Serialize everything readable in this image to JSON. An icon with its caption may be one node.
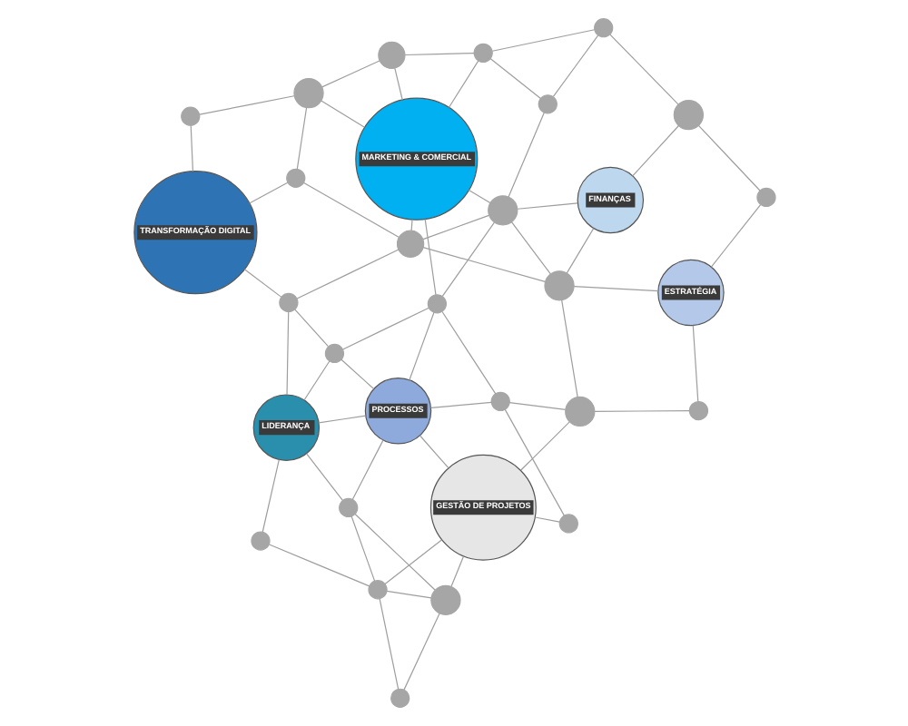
{
  "diagram": {
    "nodes": [
      {
        "text": [
          "GESTÃO DE PROJETOS"
        ]
      },
      {
        "text": [
          "LIDERANÇA"
        ]
      },
      {
        "text": [
          "PROCESSOS"
        ]
      },
      {
        "text": [
          "ESTRATÉGIA"
        ]
      },
      {
        "text": [
          "TRANSFORMAÇÃO DIGITAL"
        ]
      },
      {
        "text": [
          "FINANÇAS"
        ]
      },
      {
        "text": [
          "MARKETING & COMERCIAL"
        ]
      },
      {
        "text": [],
        "shape": "circle"
      },
      {
        "text": [],
        "shape": "circle"
      },
      {
        "text": [],
        "shape": "circle"
      },
      {
        "text": [],
        "shape": "circle"
      },
      {
        "text": [],
        "shape": "circle"
      },
      {
        "text": [],
        "shape": "circle"
      },
      {
        "text": [],
        "shape": "circle"
      },
      {
        "text": [],
        "shape": "circle"
      },
      {
        "text": [],
        "shape": "circle"
      },
      {
        "text": [],
        "shape": "circle"
      },
      {
        "text": [],
        "shape": "circle"
      },
      {
        "text": [],
        "shape": "circle"
      },
      {
        "text": [],
        "shape": "circle"
      },
      {
        "text": [],
        "shape": "circle"
      },
      {
        "text": [],
        "shape": "circle"
      },
      {
        "text": [],
        "shape": "circle"
      },
      {
        "text": [],
        "shape": "circle"
      },
      {
        "text": [],
        "shape": "circle"
      },
      {
        "text": [],
        "shape": "circle"
      },
      {
        "text": [],
        "shape": "circle"
      },
      {
        "text": [],
        "shape": "circle"
      },
      {
        "text": [],
        "shape": "circle"
      },
      {
        "text": [],
        "shape": "circle"
      },
      {
        "text": [],
        "shape": "circle"
      }
    ],
    "edges": [
      {
        "from": 0,
        "to": 8,
        "arrow": "none"
      },
      {
        "from": 0,
        "to": 9,
        "arrow": "none"
      },
      {
        "from": 0,
        "to": 12,
        "arrow": "none"
      },
      {
        "from": 0,
        "to": 14,
        "arrow": "none"
      },
      {
        "from": 0,
        "to": 2,
        "arrow": "none"
      },
      {
        "from": 8,
        "to": 7,
        "arrow": "none"
      },
      {
        "from": 8,
        "to": 9,
        "arrow": "none"
      },
      {
        "from": 7,
        "to": 9,
        "arrow": "none"
      },
      {
        "from": 9,
        "to": 10,
        "arrow": "none"
      },
      {
        "from": 9,
        "to": 11,
        "arrow": "none"
      },
      {
        "from": 8,
        "to": 11,
        "arrow": "none"
      },
      {
        "from": 10,
        "to": 1,
        "arrow": "none"
      },
      {
        "from": 11,
        "to": 2,
        "arrow": "none"
      },
      {
        "from": 11,
        "to": 1,
        "arrow": "none"
      },
      {
        "from": 12,
        "to": 15,
        "arrow": "none"
      },
      {
        "from": 14,
        "to": 13,
        "arrow": "none"
      },
      {
        "from": 14,
        "to": 15,
        "arrow": "none"
      },
      {
        "from": 14,
        "to": 19,
        "arrow": "none"
      },
      {
        "from": 13,
        "to": 3,
        "arrow": "none"
      },
      {
        "from": 3,
        "to": 19,
        "arrow": "none"
      },
      {
        "from": 3,
        "to": 24,
        "arrow": "none"
      },
      {
        "from": 15,
        "to": 16,
        "arrow": "none"
      },
      {
        "from": 15,
        "to": 2,
        "arrow": "none"
      },
      {
        "from": 2,
        "to": 16,
        "arrow": "none"
      },
      {
        "from": 2,
        "to": 17,
        "arrow": "none"
      },
      {
        "from": 2,
        "to": 1,
        "arrow": "none"
      },
      {
        "from": 1,
        "to": 17,
        "arrow": "none"
      },
      {
        "from": 1,
        "to": 18,
        "arrow": "none"
      },
      {
        "from": 18,
        "to": 4,
        "arrow": "none"
      },
      {
        "from": 17,
        "to": 18,
        "arrow": "none"
      },
      {
        "from": 17,
        "to": 16,
        "arrow": "none"
      },
      {
        "from": 18,
        "to": 21,
        "arrow": "none"
      },
      {
        "from": 16,
        "to": 20,
        "arrow": "none"
      },
      {
        "from": 19,
        "to": 20,
        "arrow": "none"
      },
      {
        "from": 19,
        "to": 5,
        "arrow": "none"
      },
      {
        "from": 19,
        "to": 21,
        "arrow": "none"
      },
      {
        "from": 5,
        "to": 20,
        "arrow": "none"
      },
      {
        "from": 5,
        "to": 26,
        "arrow": "none"
      },
      {
        "from": 24,
        "to": 26,
        "arrow": "none"
      },
      {
        "from": 20,
        "to": 25,
        "arrow": "none"
      },
      {
        "from": 20,
        "to": 21,
        "arrow": "none"
      },
      {
        "from": 20,
        "to": 6,
        "arrow": "none"
      },
      {
        "from": 25,
        "to": 28,
        "arrow": "none"
      },
      {
        "from": 25,
        "to": 29,
        "arrow": "none"
      },
      {
        "from": 28,
        "to": 29,
        "arrow": "none"
      },
      {
        "from": 26,
        "to": 28,
        "arrow": "none"
      },
      {
        "from": 21,
        "to": 6,
        "arrow": "none"
      },
      {
        "from": 21,
        "to": 22,
        "arrow": "none"
      },
      {
        "from": 22,
        "to": 4,
        "arrow": "none"
      },
      {
        "from": 23,
        "to": 4,
        "arrow": "none"
      },
      {
        "from": 22,
        "to": 27,
        "arrow": "none"
      },
      {
        "from": 23,
        "to": 27,
        "arrow": "none"
      },
      {
        "from": 6,
        "to": 27,
        "arrow": "none"
      },
      {
        "from": 6,
        "to": 30,
        "arrow": "none"
      },
      {
        "from": 30,
        "to": 29,
        "arrow": "none"
      },
      {
        "from": 27,
        "to": 30,
        "arrow": "none"
      },
      {
        "from": 6,
        "to": 29,
        "arrow": "none"
      },
      {
        "from": 16,
        "to": 6,
        "arrow": "none"
      }
    ]
  }
}
